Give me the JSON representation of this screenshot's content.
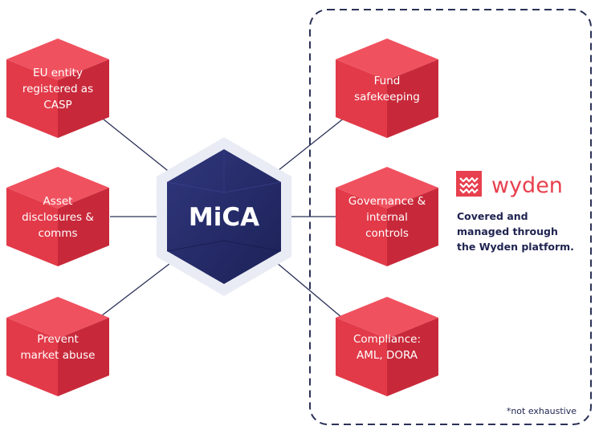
{
  "center": {
    "label": "MiCA"
  },
  "nodes": [
    {
      "id": "eu-entity",
      "lines": [
        "EU entity",
        "registered as",
        "CASP"
      ]
    },
    {
      "id": "asset-disclosures",
      "lines": [
        "Asset",
        "disclosures &",
        "comms"
      ]
    },
    {
      "id": "prevent-market-abuse",
      "lines": [
        "Prevent",
        "market abuse"
      ]
    },
    {
      "id": "fund-safekeeping",
      "lines": [
        "Fund",
        "safekeeping"
      ]
    },
    {
      "id": "governance",
      "lines": [
        "Governance &",
        "internal",
        "controls"
      ]
    },
    {
      "id": "compliance",
      "lines": [
        "Compliance:",
        "AML, DORA"
      ]
    }
  ],
  "brand": {
    "name": "wyden",
    "logo_icon": "wyden-waves-icon",
    "tagline": [
      "Covered and",
      "managed through",
      "the Wyden platform."
    ]
  },
  "footnote": "*not exhaustive",
  "colors": {
    "cube_top": "#f0515f",
    "cube_left": "#e23a49",
    "cube_right": "#c8293a",
    "center_fill": "#252b6b",
    "center_halo": "#e9ecf4",
    "brand": "#e8404e",
    "text_dark": "#1f2350",
    "connector": "#2b3157",
    "dashed_border": "#2b3157"
  }
}
